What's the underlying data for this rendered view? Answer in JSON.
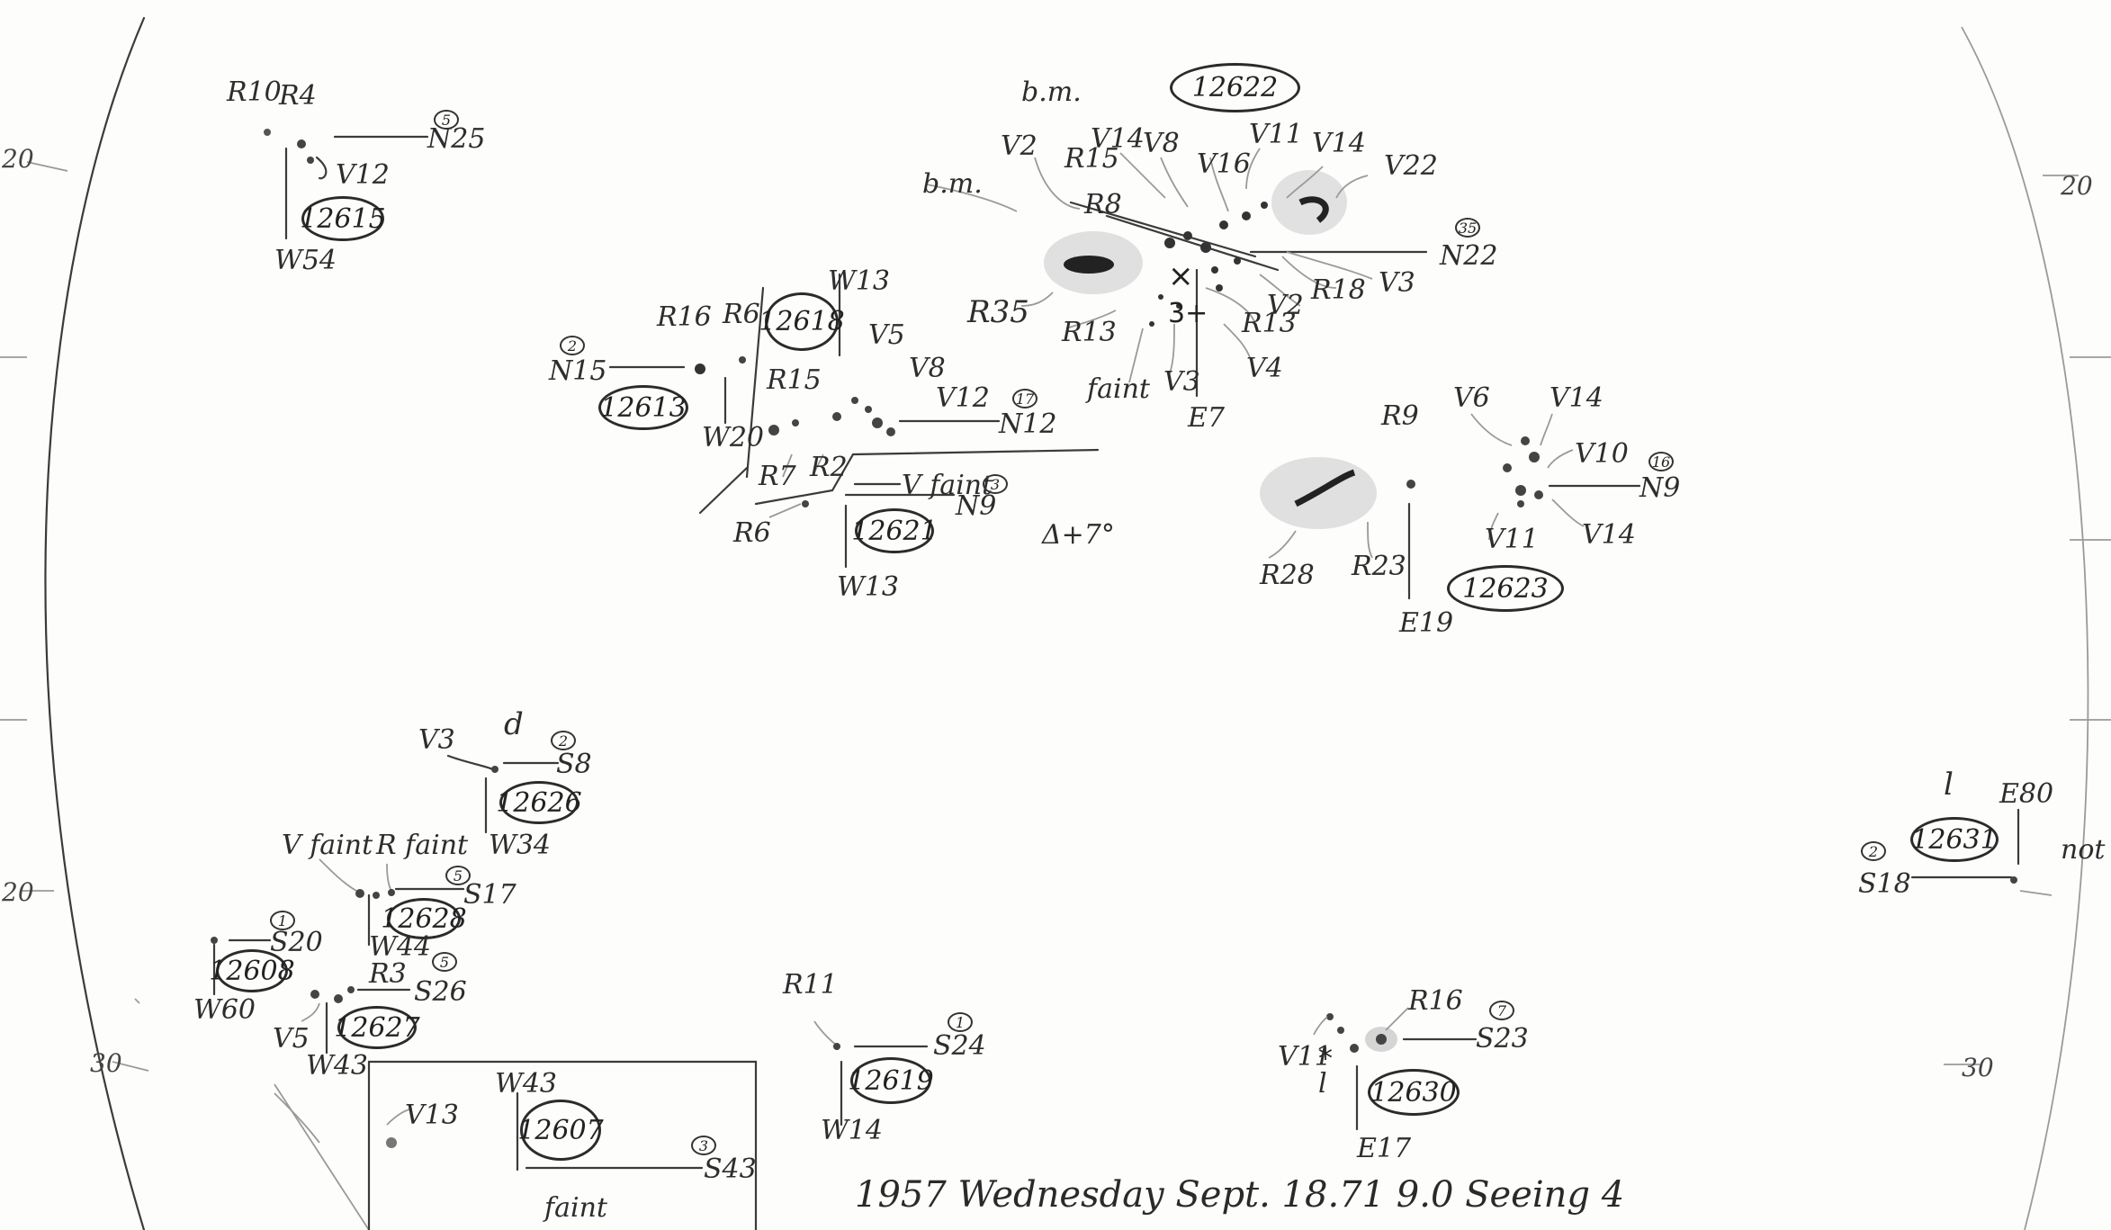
{
  "footer": "1957 Wednesday Sept. 18.71 9.0 Seeing 4",
  "ticks": {
    "left_20_top": "20",
    "left_20_mid": "20",
    "left_30": "30",
    "right_20": "20",
    "right_30": "30"
  },
  "groups": [
    {
      "id": "12615",
      "position": "N25",
      "offset": "W54",
      "count": "5",
      "labels": [
        "R10",
        "R4",
        "V12"
      ]
    },
    {
      "id": "12622",
      "position": "N22",
      "offset": "E7",
      "count": "35",
      "labels": [
        "V2",
        "R15",
        "V14",
        "V8",
        "V16",
        "V11",
        "V14",
        "V22",
        "R8",
        "R35",
        "R13",
        "R18",
        "V3",
        "V2",
        "R13",
        "V4",
        "V3",
        "faint"
      ]
    },
    {
      "id": "12618",
      "offset_top": "W13",
      "labels": [
        "R6"
      ]
    },
    {
      "id": "12613",
      "position": "N15",
      "offset": "W20",
      "count": "2",
      "labels": [
        "R16"
      ]
    },
    {
      "id": "12621",
      "position": "N12",
      "offset": "W13",
      "count": "17",
      "labels": [
        "R15",
        "V5",
        "V8",
        "V12",
        "R7",
        "R2",
        "R6"
      ]
    },
    {
      "id": "12621-n9",
      "position": "N9",
      "count": "3",
      "labels": [
        "V faint"
      ]
    },
    {
      "id": "12623",
      "position": "N9",
      "offset": "E19",
      "count": "16",
      "labels": [
        "R9",
        "V6",
        "V14",
        "V10",
        "V11",
        "V14",
        "R28",
        "R23"
      ]
    },
    {
      "id": "12626",
      "position": "S8",
      "offset": "W34",
      "count": "2",
      "labels": [
        "V3"
      ]
    },
    {
      "id": "12628",
      "position": "S17",
      "offset": "W44",
      "count": "5",
      "labels": [
        "V faint",
        "R faint"
      ]
    },
    {
      "id": "12608",
      "position": "S20",
      "offset": "W60",
      "count": "1"
    },
    {
      "id": "12627",
      "position": "S26",
      "offset": "W43",
      "count": "5",
      "labels": [
        "R3",
        "V5"
      ]
    },
    {
      "id": "12607",
      "position": "S43",
      "offset": "W43",
      "count": "3",
      "labels": [
        "V13",
        "faint"
      ]
    },
    {
      "id": "12619",
      "position": "S24",
      "offset": "W14",
      "count": "1",
      "labels": [
        "R11"
      ]
    },
    {
      "id": "12630",
      "position": "S23",
      "offset": "E17",
      "count": "7",
      "labels": [
        "R16",
        "V11"
      ]
    },
    {
      "id": "12631",
      "position": "S18",
      "offset": "E80",
      "count": "2"
    }
  ],
  "misc": {
    "bm1": "b.m.",
    "bm2": "b.m.",
    "temp": "Δ+7°",
    "not": "not",
    "l1": "l",
    "l2": "l",
    "d": "d"
  }
}
